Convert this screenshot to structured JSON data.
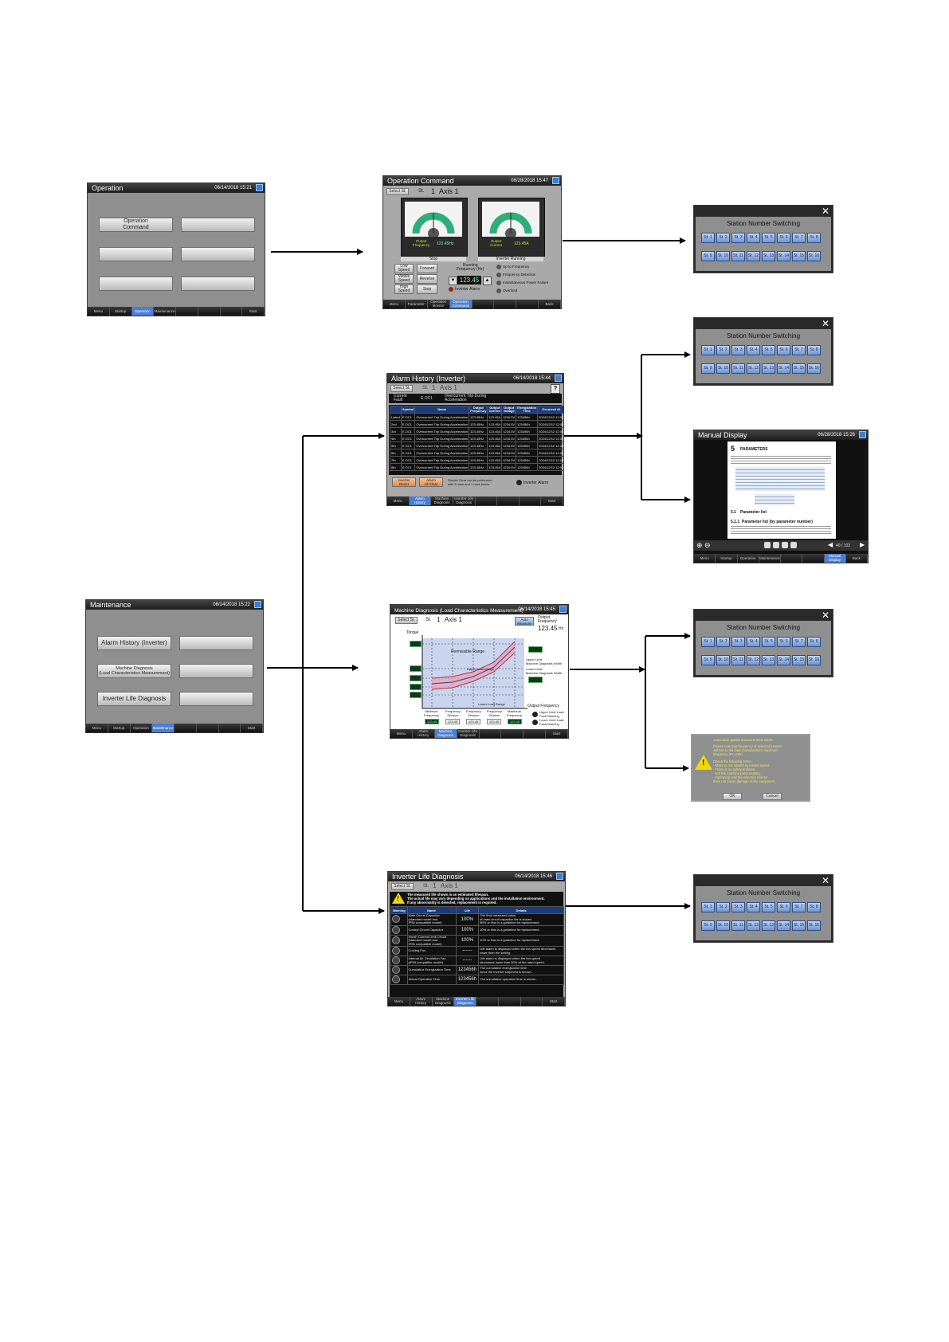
{
  "operation_menu": {
    "title": "Operation",
    "datetime": "06/14/2018 15:21",
    "buttons": [
      "Operation\nCommand",
      "",
      "",
      "",
      "",
      ""
    ],
    "footer": [
      "Menu",
      "Startup",
      "Operation",
      "Maintenance",
      "",
      "",
      "",
      "Start"
    ]
  },
  "operation_command": {
    "title": "Operation Command",
    "datetime": "06/28/2018 15:47",
    "select_st": "Select St.",
    "st_label": "St.",
    "st_number": "1",
    "axis_name": "Axis 1",
    "meter1": {
      "label": "Output\nFrequency",
      "value": "123.45Hz",
      "status": "Stop"
    },
    "meter2": {
      "label": "Output\nCurrent",
      "value": "123.45A",
      "status": "Inverter Running"
    },
    "speed_buttons": [
      "Low\nSpeed",
      "Middle\nSpeed",
      "High\nSpeed"
    ],
    "dir_buttons": [
      "Forward",
      "Reverse",
      "Stop"
    ],
    "running_freq_label": "Running\nFrequency (Hz)",
    "running_freq_value": "123.45",
    "status_lamps": [
      "Up to Frequency",
      "Frequency Detection",
      "Instantaneous Power Failure",
      "Overload"
    ],
    "inverter_alarm": "Inverter Alarm",
    "footer": [
      "Menu",
      "Parameter",
      "Operation\nMonitor",
      "Operation\nCommand",
      "",
      "",
      "",
      "Back"
    ]
  },
  "station_switch": {
    "title": "Station Number Switching",
    "stations": [
      "St. 1",
      "St. 2",
      "St. 3",
      "St. 4",
      "St. 5",
      "St. 6",
      "St. 7",
      "St. 8",
      "St. 9",
      "St. 10",
      "St. 11",
      "St. 12",
      "St. 13",
      "St. 14",
      "St. 15",
      "St. 16"
    ]
  },
  "maintenance_menu": {
    "title": "Maintenance",
    "datetime": "06/14/2018 15:22",
    "buttons": [
      "Alarm History (Inverter)",
      "",
      "Machine Diagnosis\n(Load Characteristics Measurement)",
      "",
      "Inverter Life Diagnosis",
      ""
    ],
    "footer": [
      "Menu",
      "Startup",
      "Operation",
      "Maintenance",
      "",
      "",
      "",
      "Start"
    ]
  },
  "alarm_history": {
    "title": "Alarm History (Inverter)",
    "datetime": "06/14/2018 15:44",
    "select_st": "Select St.",
    "st_label": "St.",
    "st_number": "1",
    "axis_name": "Axis 1",
    "help": "?",
    "current_fault_label": "Current\nFault",
    "current_fault_code": "E.OC1",
    "current_fault_name": "Overcurrent Trip During\nAcceleration",
    "columns": [
      "",
      "Symbol",
      "Name",
      "Output\nFrequency",
      "Output\nCurrent",
      "Output\nVoltage",
      "Energization\nTime",
      "Occurred At"
    ],
    "rows": [
      [
        "Latest",
        "E.OC1",
        "Overcurrent Trip During Acceleration",
        "123.45Hz",
        "123.45A",
        "1234.5V",
        "123456h",
        "2024/12/12 12:00"
      ],
      [
        "2nd",
        "E.OC1",
        "Overcurrent Trip During Acceleration",
        "123.45Hz",
        "123.45A",
        "1234.5V",
        "123456h",
        "2024/12/12 12:00"
      ],
      [
        "3rd",
        "E.OC1",
        "Overcurrent Trip During Acceleration",
        "123.45Hz",
        "123.45A",
        "1234.5V",
        "123456h",
        "2024/12/12 12:00"
      ],
      [
        "4th",
        "E.OC1",
        "Overcurrent Trip During Acceleration",
        "123.45Hz",
        "123.45A",
        "1234.5V",
        "123456h",
        "2024/12/12 12:00"
      ],
      [
        "5th",
        "E.OC1",
        "Overcurrent Trip During Acceleration",
        "123.45Hz",
        "123.45A",
        "1234.5V",
        "123456h",
        "2024/12/12 12:00"
      ],
      [
        "6th",
        "E.OC1",
        "Overcurrent Trip During Acceleration",
        "123.45Hz",
        "123.45A",
        "1234.5V",
        "123456h",
        "2024/12/12 12:00"
      ],
      [
        "7th",
        "E.OC1",
        "Overcurrent Trip During Acceleration",
        "123.45Hz",
        "123.45A",
        "1234.5V",
        "123456h",
        "2024/12/12 12:00"
      ],
      [
        "8th",
        "E.OC1",
        "Overcurrent Trip During Acceleration",
        "123.45Hz",
        "123.45A",
        "1234.5V",
        "123456h",
        "2024/12/12 12:00"
      ]
    ],
    "reset_button": "Inverter\nReset",
    "clear_button": "Alarm\nAll Clear",
    "note": "Should Clear can be performed\nwith 3 rows and 1 rows below",
    "inverter_alarm": "Inverter Alarm",
    "footer": [
      "Menu",
      "Alarm History\n(Inverter)",
      "Machine\nDiagnosis",
      "Inverter Life\nDiagnosis",
      "",
      "",
      "",
      "Start"
    ]
  },
  "manual_display": {
    "title": "Manual Display",
    "datetime": "06/28/2018 15:26",
    "chapter_num": "5",
    "chapter_title": "PARAMETERS",
    "section1": "5.1",
    "section1_title": "Parameter list",
    "section2": "5.1.1",
    "section2_title": "Parameter list (by parameter number)",
    "page": "40 / 102",
    "footer": [
      "Menu",
      "Startup",
      "Operation",
      "Maintenance",
      "",
      "",
      "Manual\nDisplay",
      "Back"
    ]
  },
  "machine_diagnosis": {
    "title": "Machine Diagnosis (Load Characteristics Measurement)",
    "datetime": "06/14/2018 15:45",
    "select_st": "Select St.",
    "st_label": "St.",
    "st_number": "1",
    "axis_name": "Axis 1",
    "auto_measure": "Auto\nMeasure",
    "output_freq_label": "Output\nFrequency",
    "output_freq_value": "123.45",
    "output_freq_unit": "Hz",
    "y_label": "Torque",
    "permissible_range": "Permissible Range",
    "upper_limit": "Upper Limit\nMachine Diagnosis Width",
    "lower_limit": "Lower Limit\nMachine Diagnosis Width",
    "upper_load": "Upper Load Range",
    "lower_load": "Lower Load Range",
    "x_label": "Output Frequency",
    "x_ticks": [
      "Minimum\nFrequency",
      "Frequency\nDivision",
      "Frequency\nDivision",
      "Frequency\nDivision",
      "Maximum\nFrequency"
    ],
    "x_values": [
      "123.45",
      "123.45",
      "123.45",
      "123.45",
      "123.45"
    ],
    "upper_fault": "Upper Limit Load\nFault Warning",
    "lower_fault": "Lower Limit Load\nFault Warning",
    "footer": [
      "Menu",
      "Alarm History\n(Inverter)",
      "Machine\nDiagnosis",
      "Inverter Life\nDiagnosis",
      "",
      "",
      "",
      "Start"
    ]
  },
  "warning_dialog": {
    "title": "Automatic speed measurement starts.",
    "line1": "Please note that frequency of selected inverter\nwill rise to the load characteristics maximum\nfrequency (Pr.1480).",
    "line2": "Check the following items\n- Motor is not rotated by inertial speed.\n- There is no safety problem.\n- Not the machine parts rotating.\n- Operating only the selected inverter\n  does not cause damage to the equipment.",
    "ok": "OK",
    "cancel": "Cancel"
  },
  "inverter_life": {
    "title": "Inverter Life Diagnosis",
    "datetime": "06/14/2018 15:46",
    "select_st": "Select St.",
    "st_label": "St.",
    "st_number": "1",
    "axis_name": "Axis 1",
    "banner": "The measured life shown is an estimated lifespan.\nThe actual life may vary depending on applications and the installation environment.\nIf any abnormality is detected, replacement is required.",
    "columns": [
      "Warning",
      "Name",
      "Life",
      "Details"
    ],
    "rows": [
      [
        "Main Circuit Capacitor\n(standard model and\nIP55 compatible model)",
        "100%",
        "The final measured value\nof main circuit capacitor life is shown.\n85% or less is a guideline for replacement."
      ],
      [
        "Control Circuit Capacitor",
        "100%",
        "10% or less is a guideline for replacement."
      ],
      [
        "Inrush Current Limit Circuit\n(standard model and\nIP55 compatible model)",
        "100%",
        "10% or less is a guideline for replacement."
      ],
      [
        "Cooling Fan",
        "------",
        "Life alarm is displayed when the fan speed decreases\nlower than the setting."
      ],
      [
        "Internal Air Circulation Fan\n(IP55 compatible model)",
        "------",
        "Life alarm is displayed when the fan speed\ndecreases lower than 50% of the rated speed."
      ],
      [
        "Cumulative Energization Time",
        "123456h",
        "The cumulative energization time\nsince the inverter shipment is shown."
      ],
      [
        "Actual Operation Time",
        "123456h",
        "The cumulative operation time is shown."
      ]
    ],
    "footer": [
      "Menu",
      "Alarm History\n(Inverter)",
      "Machine\nDiagnosis",
      "Inverter Life\nDiagnosis",
      "",
      "",
      "",
      "Start"
    ]
  },
  "colors": {
    "accent": "#4a7fd4",
    "station_button": "#8fb1e6",
    "dialog": "#c9b43a",
    "display_green": "#7dff9a"
  }
}
